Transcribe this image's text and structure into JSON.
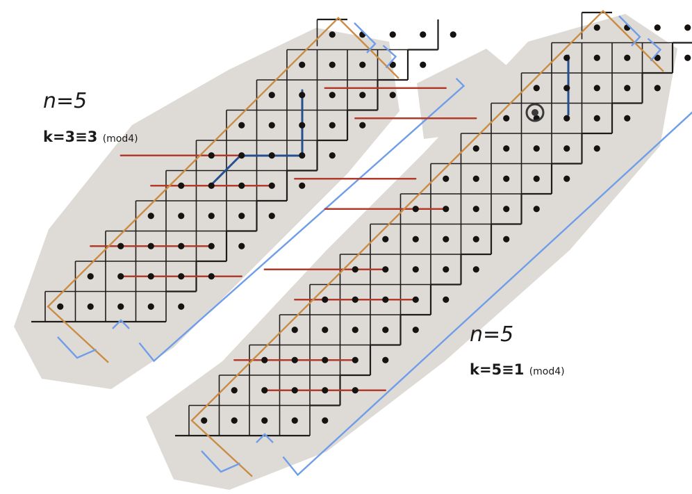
{
  "colors": {
    "grid": "#1e1a18",
    "dot": "#161210",
    "orange": "#c98c45",
    "light_blue": "#6f9de8",
    "dark_blue": "#24508f",
    "red": "#b23a2b",
    "shadow": "#dedbd7"
  },
  "diagrams": [
    {
      "n_label": "n=5",
      "k_label": "k=3≡3",
      "mod_label": "(mod4)",
      "staircase_rows": 9,
      "red_chords": [
        {
          "row": 1,
          "from_col": 2,
          "to_col": 6
        },
        {
          "row": 2,
          "from_col": 1,
          "to_col": 5
        },
        {
          "row": 4,
          "from_col": 3,
          "to_col": 7
        },
        {
          "row": 5,
          "from_col": 2,
          "to_col": 6
        }
      ]
    },
    {
      "n_label": "n=5",
      "k_label": "k=5≡1",
      "mod_label": "(mod4)",
      "staircase_rows": 13,
      "red_chords": [
        {
          "row": 1,
          "from_col": 2,
          "to_col": 6
        },
        {
          "row": 2,
          "from_col": 1,
          "to_col": 5
        },
        {
          "row": 4,
          "from_col": 3,
          "to_col": 7
        },
        {
          "row": 5,
          "from_col": 2,
          "to_col": 6
        },
        {
          "row": 7,
          "from_col": 4,
          "to_col": 8
        },
        {
          "row": 8,
          "from_col": 3,
          "to_col": 7
        },
        {
          "row": 10,
          "from_col": 5,
          "to_col": 9
        },
        {
          "row": 11,
          "from_col": 4,
          "to_col": 8
        }
      ]
    }
  ]
}
